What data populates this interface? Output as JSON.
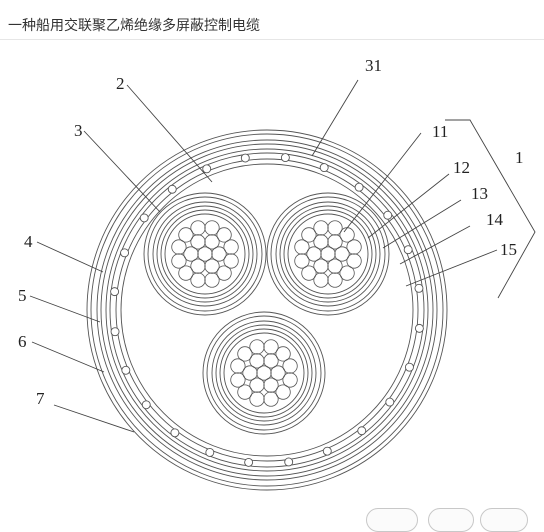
{
  "header": {
    "title": "一种船用交联聚乙烯绝缘多屏蔽控制电缆"
  },
  "figure": {
    "labels": [
      "1",
      "2",
      "3",
      "4",
      "5",
      "6",
      "7",
      "11",
      "12",
      "13",
      "14",
      "15",
      "31"
    ]
  }
}
